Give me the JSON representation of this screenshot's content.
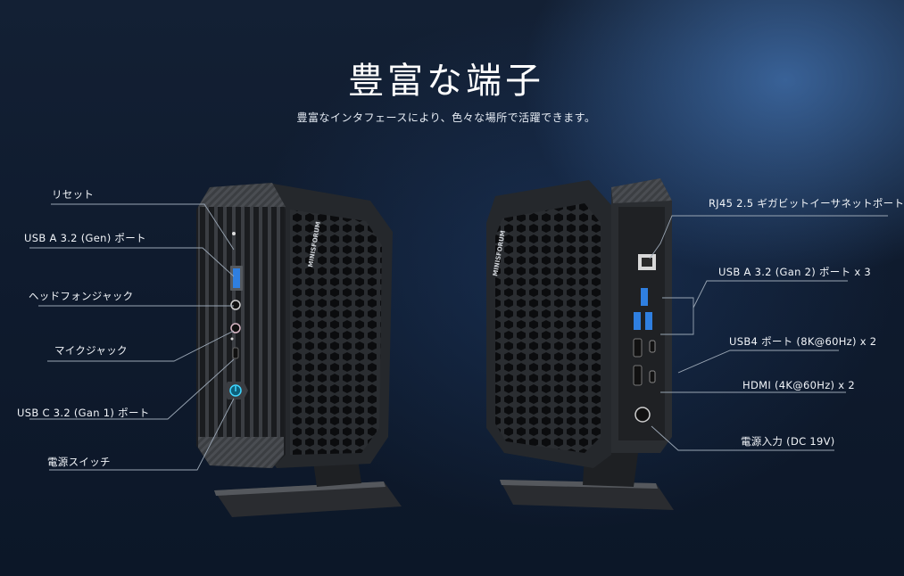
{
  "header": {
    "title": "豊富な端子",
    "subtitle": "豊富なインタフェースにより、色々な場所で活躍できます。"
  },
  "front_device": {
    "brand": "MINISFORUM",
    "labels": [
      {
        "id": "reset",
        "text": "リセット"
      },
      {
        "id": "usb-a-front",
        "text": "USB A 3.2 (Gen) ポート"
      },
      {
        "id": "headphone-jack",
        "text": "ヘッドフォンジャック"
      },
      {
        "id": "mic-jack",
        "text": "マイクジャック"
      },
      {
        "id": "usb-c-front",
        "text": "USB C 3.2 (Gan 1) ポート"
      },
      {
        "id": "power-switch",
        "text": "電源スイッチ"
      }
    ]
  },
  "rear_device": {
    "brand": "MINISFORUM",
    "labels": [
      {
        "id": "rj45",
        "text": "RJ45 2.5 ギガビットイーサネットポート"
      },
      {
        "id": "usb-a-rear",
        "text": "USB A 3.2 (Gan 2) ポート x 3"
      },
      {
        "id": "usb4",
        "text": "USB4 ポート (8K@60Hz) x 2"
      },
      {
        "id": "hdmi",
        "text": "HDMI (4K@60Hz) x 2"
      },
      {
        "id": "dc-in",
        "text": "電源入力 (DC 19V)"
      }
    ]
  },
  "colors": {
    "background_dark": "#0f1b2e",
    "background_glow": "#3a6aa8",
    "usb_blue": "#2f7fe0",
    "power_led": "#3fd6ff",
    "callout_line": "#9aa6b4"
  }
}
